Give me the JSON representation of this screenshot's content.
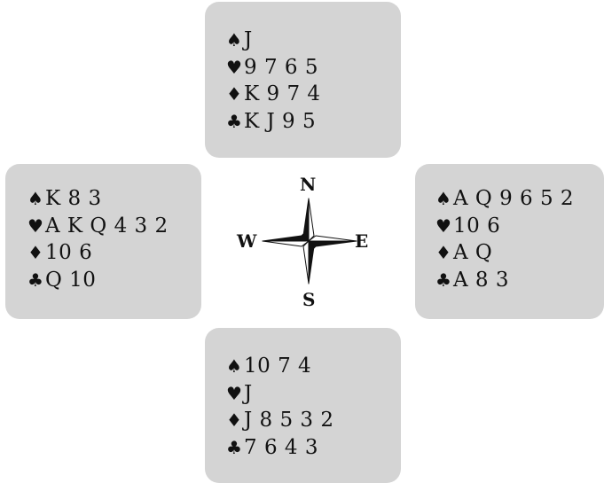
{
  "hands": {
    "north": [
      {
        "suit": "spade-icon",
        "glyph": "♠",
        "cards": "J"
      },
      {
        "suit": "heart-icon",
        "glyph": "♥",
        "cards": "9 7 6 5"
      },
      {
        "suit": "diamond-icon",
        "glyph": "♦",
        "cards": "K 9 7 4"
      },
      {
        "suit": "club-icon",
        "glyph": "♣",
        "cards": "K J 9 5"
      }
    ],
    "west": [
      {
        "suit": "spade-icon",
        "glyph": "♠",
        "cards": "K 8 3"
      },
      {
        "suit": "heart-icon",
        "glyph": "♥",
        "cards": "A K Q 4 3 2"
      },
      {
        "suit": "diamond-icon",
        "glyph": "♦",
        "cards": "10 6"
      },
      {
        "suit": "club-icon",
        "glyph": "♣",
        "cards": "Q 10"
      }
    ],
    "east": [
      {
        "suit": "spade-icon",
        "glyph": "♠",
        "cards": "A Q 9 6 5 2"
      },
      {
        "suit": "heart-icon",
        "glyph": "♥",
        "cards": "10 6"
      },
      {
        "suit": "diamond-icon",
        "glyph": "♦",
        "cards": "A Q"
      },
      {
        "suit": "club-icon",
        "glyph": "♣",
        "cards": "A 8 3"
      }
    ],
    "south": [
      {
        "suit": "spade-icon",
        "glyph": "♠",
        "cards": "10 7 4"
      },
      {
        "suit": "heart-icon",
        "glyph": "♥",
        "cards": "J"
      },
      {
        "suit": "diamond-icon",
        "glyph": "♦",
        "cards": "J 8 5 3 2"
      },
      {
        "suit": "club-icon",
        "glyph": "♣",
        "cards": "7 6 4 3"
      }
    ]
  },
  "compass": {
    "north": "N",
    "south": "S",
    "east": "E",
    "west": "W",
    "icon": "compass-rose-icon"
  },
  "colors": {
    "panel": "#d4d4d4",
    "text": "#111111",
    "background": "#ffffff"
  }
}
